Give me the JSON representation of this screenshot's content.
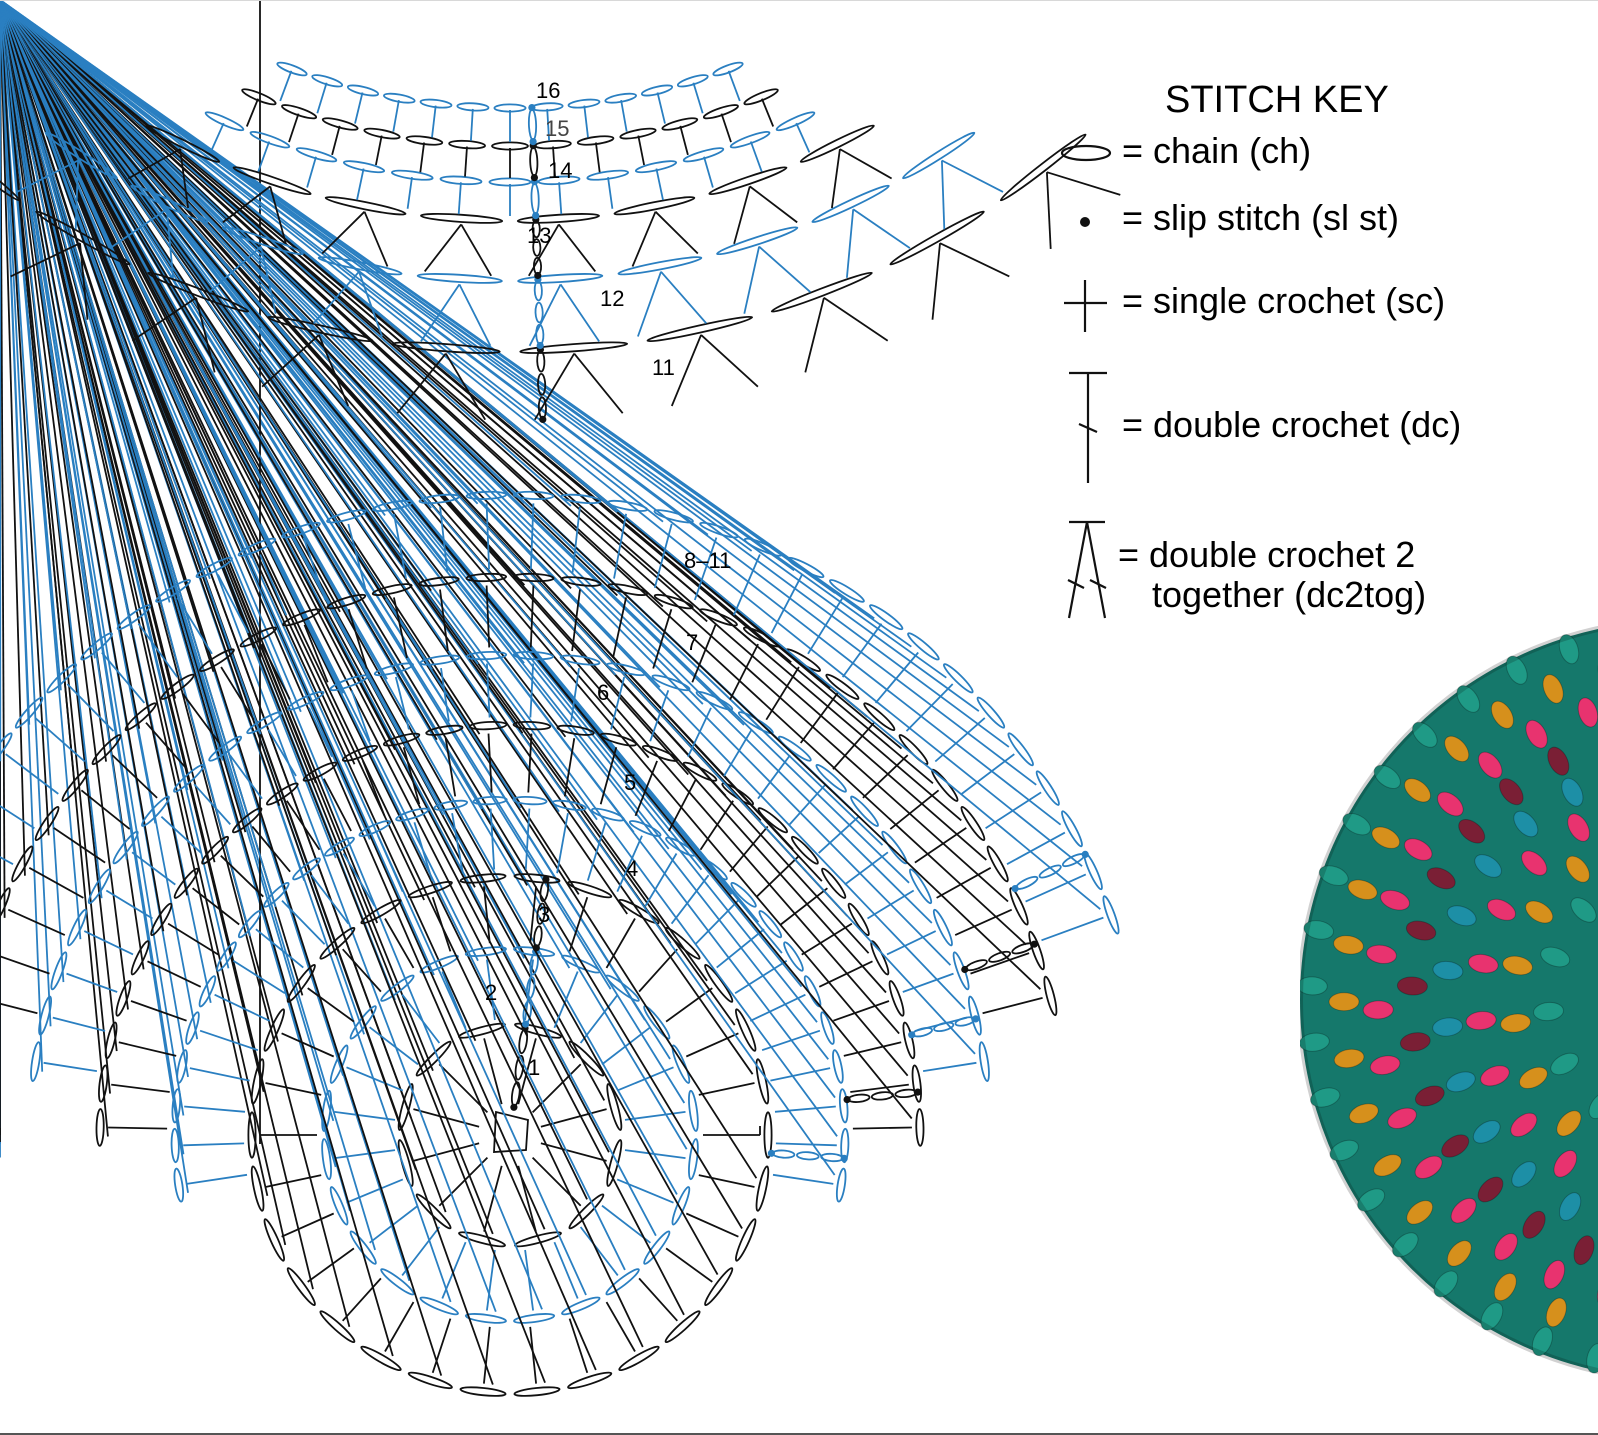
{
  "key": {
    "title": "STITCH KEY",
    "items": [
      {
        "symbol": "chain-symbol",
        "label": "= chain (ch)"
      },
      {
        "symbol": "slip-stitch-symbol",
        "label": "= slip stitch (sl st)"
      },
      {
        "symbol": "single-crochet-symbol",
        "label": "= single crochet (sc)"
      },
      {
        "symbol": "double-crochet-symbol",
        "label": "= double crochet (dc)"
      },
      {
        "symbol": "dc2tog-symbol",
        "label": "= double crochet 2",
        "label2": "together (dc2tog)"
      }
    ]
  },
  "colors": {
    "ink": "#111111",
    "accent": "#2a7fc1",
    "yarn_teal": "#1f9a86",
    "yarn_gold": "#d6901c",
    "yarn_pink": "#e8336f",
    "yarn_maroon": "#7a1f35",
    "yarn_blue": "#1d8fa6"
  },
  "lower_chart": {
    "rounds": [
      {
        "label": "1",
        "stitch": "dc",
        "color": "ink"
      },
      {
        "label": "2",
        "stitch": "dc",
        "color": "accent"
      },
      {
        "label": "3",
        "stitch": "dc",
        "color": "ink"
      },
      {
        "label": "4",
        "stitch": "dc",
        "color": "accent"
      },
      {
        "label": "5",
        "stitch": "dc",
        "color": "ink"
      },
      {
        "label": "6",
        "stitch": "dc",
        "color": "accent"
      },
      {
        "label": "7",
        "stitch": "dc",
        "color": "ink"
      },
      {
        "label": "8–11",
        "stitch": "dc",
        "color": "accent"
      }
    ]
  },
  "upper_chart": {
    "rows": [
      {
        "label": "11",
        "stitch": "dc2tog",
        "color": "ink"
      },
      {
        "label": "12",
        "stitch": "dc2tog",
        "color": "accent"
      },
      {
        "label": "13",
        "stitch": "dc2tog",
        "color": "ink"
      },
      {
        "label": "14",
        "stitch": "sc",
        "color": "accent"
      },
      {
        "label": "15",
        "stitch": "sc",
        "color": "ink"
      },
      {
        "label": "16",
        "stitch": "sc",
        "color": "accent"
      }
    ]
  },
  "photo": {
    "subject": "crocheted-mandala-photo"
  }
}
